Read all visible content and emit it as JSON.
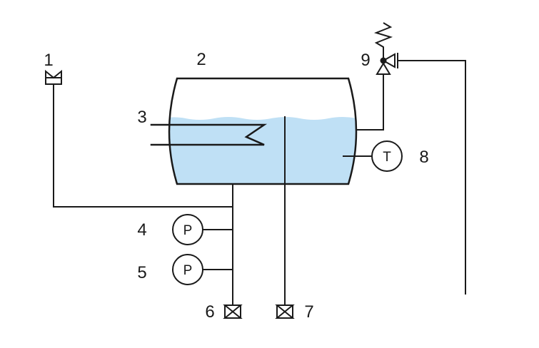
{
  "labels": {
    "l1": "1",
    "l2": "2",
    "l3": "3",
    "l4": "4",
    "l5": "5",
    "l6": "6",
    "l7": "7",
    "l8": "8",
    "l9": "9"
  },
  "gauges": {
    "pressure_1": "P",
    "pressure_2": "P",
    "temperature": "T"
  },
  "colors": {
    "liquid": "#bfe0f5",
    "line": "#1a1a1a"
  }
}
